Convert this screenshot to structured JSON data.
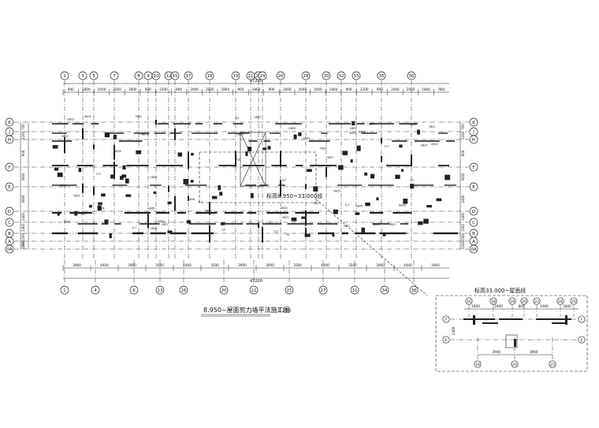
{
  "plan": {
    "top_axes": [
      "1",
      "3",
      "5",
      "7",
      "8",
      "9",
      "10",
      "12",
      "15",
      "17",
      "18",
      "19",
      "21",
      "23",
      "24",
      "26",
      "28",
      "30",
      "32",
      "33",
      "35",
      "36"
    ],
    "bottom_axes": [
      "1",
      "4",
      "6",
      "13",
      "16",
      "20",
      "22",
      "25",
      "27",
      "31",
      "34",
      "36"
    ],
    "left_axes": [
      "K",
      "J",
      "H",
      "F",
      "E",
      "D",
      "C",
      "B",
      "A",
      "0A"
    ],
    "top_dims": [
      "900",
      "1800",
      "2000",
      "2000",
      "1800",
      "900",
      "2200",
      "900",
      "2000",
      "2000",
      "1800",
      "900",
      "1800",
      "900",
      "1800",
      "2000",
      "2000",
      "1800",
      "900",
      "2200",
      "900",
      "2000",
      "2000",
      "1800",
      "900"
    ],
    "total_dim": "47200",
    "bottom_dims": [
      "3900",
      "4400",
      "3900",
      "3500",
      "4400",
      "3500",
      "3900",
      "3900",
      "3500",
      "4400",
      "3500",
      "3900",
      "4400",
      "3900"
    ],
    "left_dims": [
      "700",
      "1200",
      "900",
      "3000",
      "3000",
      "2400",
      "1400",
      "1500",
      "1500",
      "1200"
    ],
    "right_dims": [
      "700",
      "1200",
      "900",
      "3000",
      "2400",
      "1400",
      "1500",
      "1500",
      "1200"
    ],
    "wall_labels": [
      "GBZ1",
      "GBZ2",
      "GBZ3",
      "GBZ4",
      "GBZ5",
      "GBZ6",
      "GBZ7",
      "GBZ8",
      "GBZ9",
      "YBZ1",
      "YBZ2",
      "LL1",
      "LL2",
      "LL3",
      "Q1",
      "Q2"
    ]
  },
  "callout_label": "标高8.950~33.000段",
  "title": "8.950~屋面剪力墙平法施工图",
  "scale": "1:100",
  "detail": {
    "title": "标高33.000~屋面段",
    "top_axes": [
      "16",
      "18",
      "19",
      "20",
      "22",
      "24",
      "25"
    ],
    "bottom_axes": [
      "16",
      "20",
      "25"
    ],
    "side_axes": [
      "F",
      "E"
    ],
    "top_dims": [
      "1800",
      "1800",
      "800",
      "1900",
      "1800"
    ],
    "bottom_dims": [
      "3900",
      "3900"
    ],
    "side_dim": "2400"
  }
}
